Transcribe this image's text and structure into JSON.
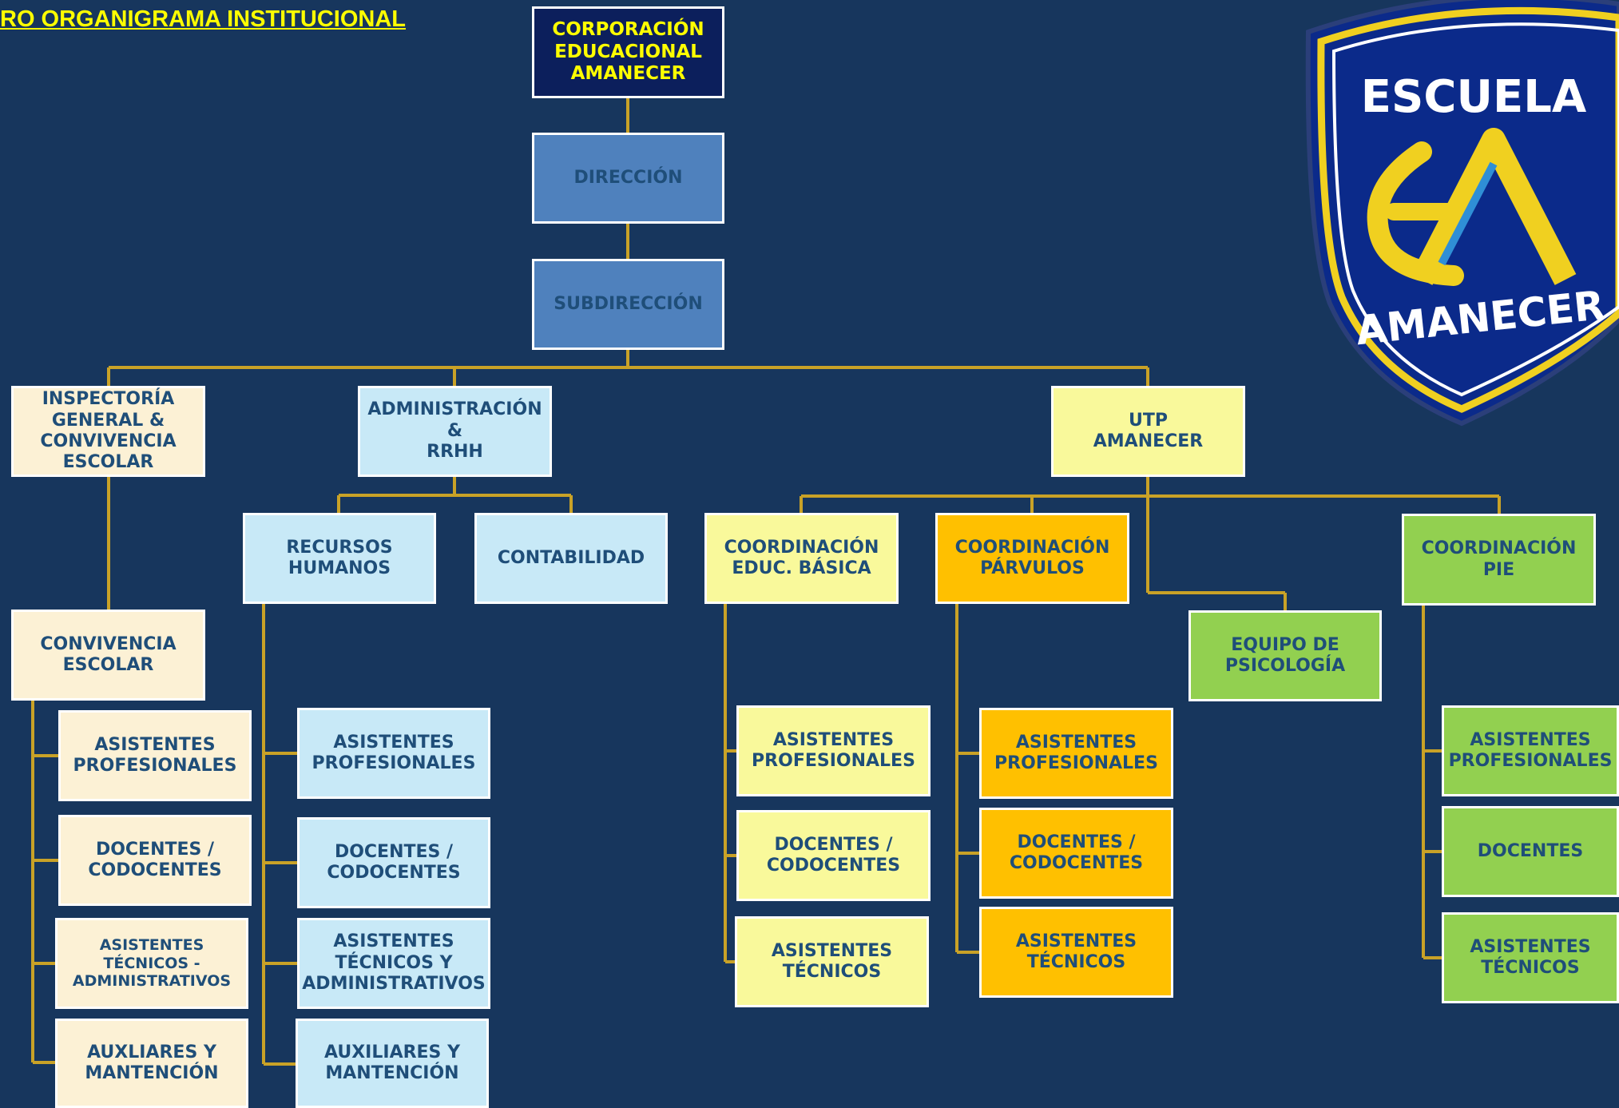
{
  "title": "RO ORGANIGRAMA INSTITUCIONAL",
  "logo": {
    "top_text": "ESCUELA",
    "bottom_text": "AMANECER",
    "letters": "EA"
  },
  "nodes": {
    "corporacion": "CORPORACIÓN\nEDUCACIONAL\nAMANECER",
    "direccion": "DIRECCIÓN",
    "subdireccion": "SUBDIRECCIÓN",
    "inspectoria": "INSPECTORÍA\nGENERAL &\nCONVIVENCIA\nESCOLAR",
    "administracion": "ADMINISTRACIÓN &\nRRHH",
    "utp": "UTP\nAMANECER",
    "convivencia": "CONVIVENCIA\nESCOLAR",
    "conv_asistentes_prof": "ASISTENTES\nPROFESIONALES",
    "conv_docentes": "DOCENTES /\nCODOCENTES",
    "conv_asist_tec_adm": "ASISTENTES TÉCNICOS -\nADMINISTRATIVOS",
    "conv_auxiliares": "AUXLIARES Y\nMANTENCIÓN",
    "recursos_humanos": "RECURSOS\nHUMANOS",
    "contabilidad": "CONTABILIDAD",
    "rrhh_asistentes_prof": "ASISTENTES\nPROFESIONALES",
    "rrhh_docentes": "DOCENTES /\nCODOCENTES",
    "rrhh_asist_tec_adm": "ASISTENTES\nTÉCNICOS Y\nADMINISTRATIVOS",
    "rrhh_auxiliares": "AUXILIARES Y\nMANTENCIÓN",
    "coord_basica": "COORDINACIÓN\nEDUC. BÁSICA",
    "coord_parvulos": "COORDINACIÓN\nPÁRVULOS",
    "equipo_psicologia": "EQUIPO DE\nPSICOLOGÍA",
    "coord_pie": "COORDINACIÓN\nPIE",
    "bas_asistentes_prof": "ASISTENTES\nPROFESIONALES",
    "bas_docentes": "DOCENTES /\nCODOCENTES",
    "bas_asist_tec": "ASISTENTES\nTÉCNICOS",
    "par_asistentes_prof": "ASISTENTES\nPROFESIONALES",
    "par_docentes": "DOCENTES /\nCODOCENTES",
    "par_asist_tec": "ASISTENTES\nTÉCNICOS",
    "pie_asistentes_prof": "ASISTENTES\nPROFESIONALES",
    "pie_docentes": "DOCENTES",
    "pie_asist_tec": "ASISTENTES\nTÉCNICOS"
  },
  "colors": {
    "background": "#17365d",
    "connector": "#c9a227",
    "title": "#ffff00"
  }
}
